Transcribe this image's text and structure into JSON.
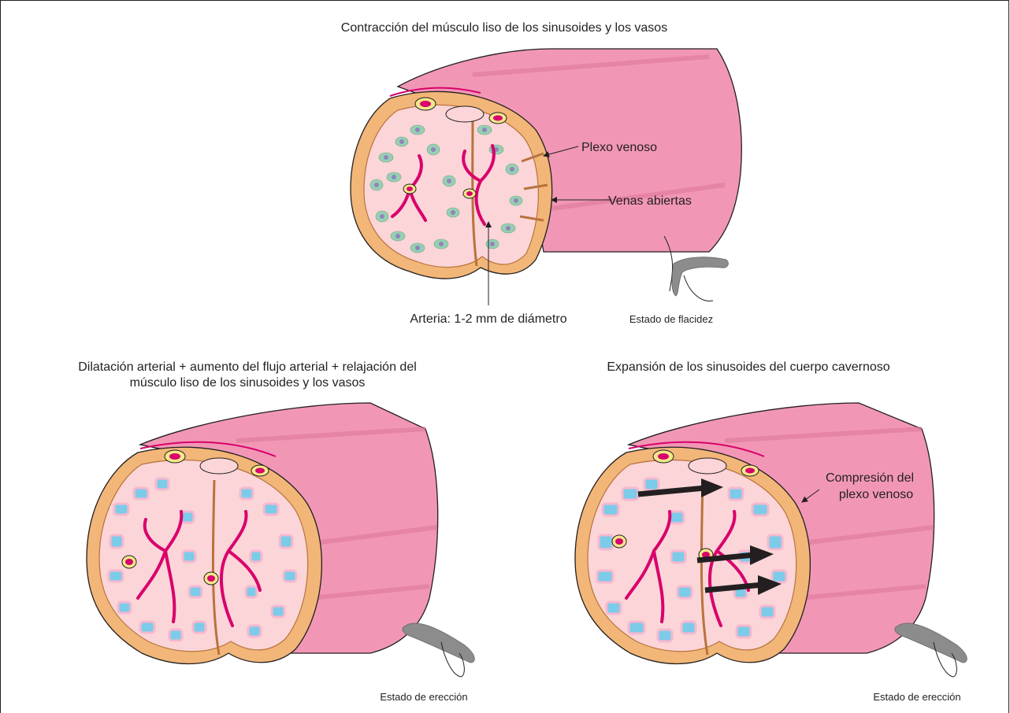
{
  "panels": {
    "top": {
      "title": "Contracción del músculo liso de los sinusoides y los vasos",
      "labels": {
        "venous_plexus": "Plexo venoso",
        "open_veins": "Venas abiertas",
        "artery": "Arteria: 1-2 mm de diámetro"
      },
      "state_caption": "Estado de flacidez"
    },
    "bottom_left": {
      "title_line1": "Dilatación arterial + aumento del flujo arterial + relajación del",
      "title_line2": "músculo liso de los sinusoides y los vasos",
      "state_caption": "Estado de erección"
    },
    "bottom_right": {
      "title": "Expansión de los sinusoides del cuerpo cavernoso",
      "labels": {
        "compression_line1": "Compresión del",
        "compression_line2": "plexo venoso"
      },
      "state_caption": "Estado de erección"
    }
  },
  "colors": {
    "skin": "#f197b5",
    "skin_dark": "#e0789c",
    "tunica": "#f2b678",
    "tunica_edge": "#b8733c",
    "core": "#fbd5d8",
    "sinusoid_flaccid": "#98cfb2",
    "sinusoid_flaccid_center": "#8f85bd",
    "sinusoid_erect": "#7ccbe9",
    "sinusoid_erect_rim": "#f6b8cf",
    "artery_fill": "#d9006c",
    "artery_ring": "#f3e88a",
    "arrow": "#231f20",
    "icon_gray": "#8c8c8c"
  }
}
